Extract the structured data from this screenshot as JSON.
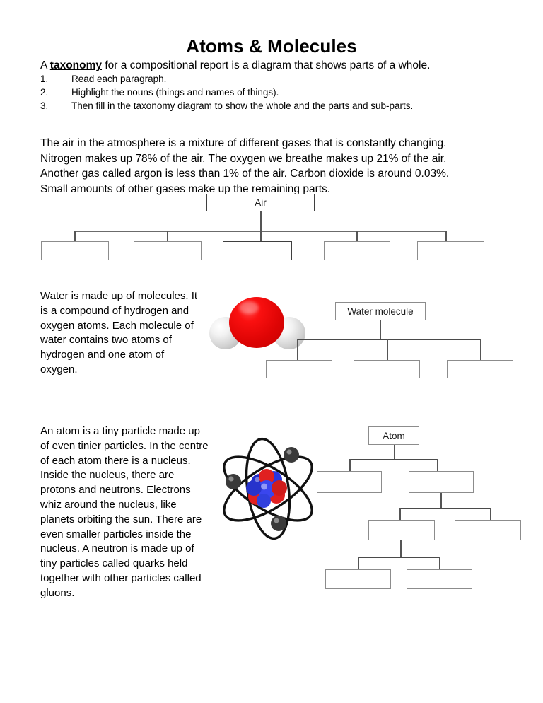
{
  "document": {
    "title": "Atoms & Molecules",
    "intro": {
      "prefix": "A ",
      "keyword": "taxonomy",
      "suffix": " for a compositional report is a diagram that shows parts of a whole."
    },
    "steps": [
      {
        "num": "1.",
        "text": "Read each paragraph."
      },
      {
        "num": "2.",
        "text": "Highlight the nouns (things and names of things)."
      },
      {
        "num": "3.",
        "text": "Then fill in the taxonomy diagram to show the whole and the parts and sub-parts."
      }
    ]
  },
  "sections": {
    "air": {
      "paragraph_lines": [
        "The air in the atmosphere is a mixture of different gases that is constantly changing.",
        "Nitrogen makes up 78% of the air.  The oxygen we breathe makes up 21% of the air.",
        "Another gas called argon is less than 1% of the air.  Carbon dioxide is around 0.03%.",
        "Small amounts of other gases make up the remaining parts."
      ],
      "diagram": {
        "root_label": "Air",
        "children": [
          "",
          "",
          "",
          "",
          ""
        ]
      }
    },
    "water": {
      "paragraph": "Water is made up of molecules. It is a compound of hydrogen and oxygen atoms. Each molecule of water contains two atoms of hydrogen and one atom of oxygen.",
      "illustration": {
        "name": "water-molecule-image",
        "oxygen_color": "#e00505",
        "hydrogen_color": "#d3d3d3"
      },
      "diagram": {
        "root_label": "Water molecule",
        "children": [
          "",
          "",
          ""
        ]
      }
    },
    "atom": {
      "paragraph": "An atom is a tiny particle made up of even tinier particles. In the centre of each atom there is a nucleus. Inside the nucleus, there are protons and neutrons. Electrons whiz around the nucleus, like planets orbiting the sun.  There are even smaller particles inside the nucleus.  A neutron is made up of tiny particles called quarks held together with other particles called gluons.",
      "illustration": {
        "name": "atom-model-image",
        "electron_color": "#3a3a3a",
        "proton_color": "#2a35d8",
        "neutron_color": "#e02020",
        "orbit_color": "#111111",
        "electron_count": 4
      },
      "diagram": {
        "root_label": "Atom",
        "level2": [
          "",
          ""
        ],
        "level3": [
          "",
          ""
        ],
        "level4": [
          "",
          ""
        ]
      }
    }
  }
}
